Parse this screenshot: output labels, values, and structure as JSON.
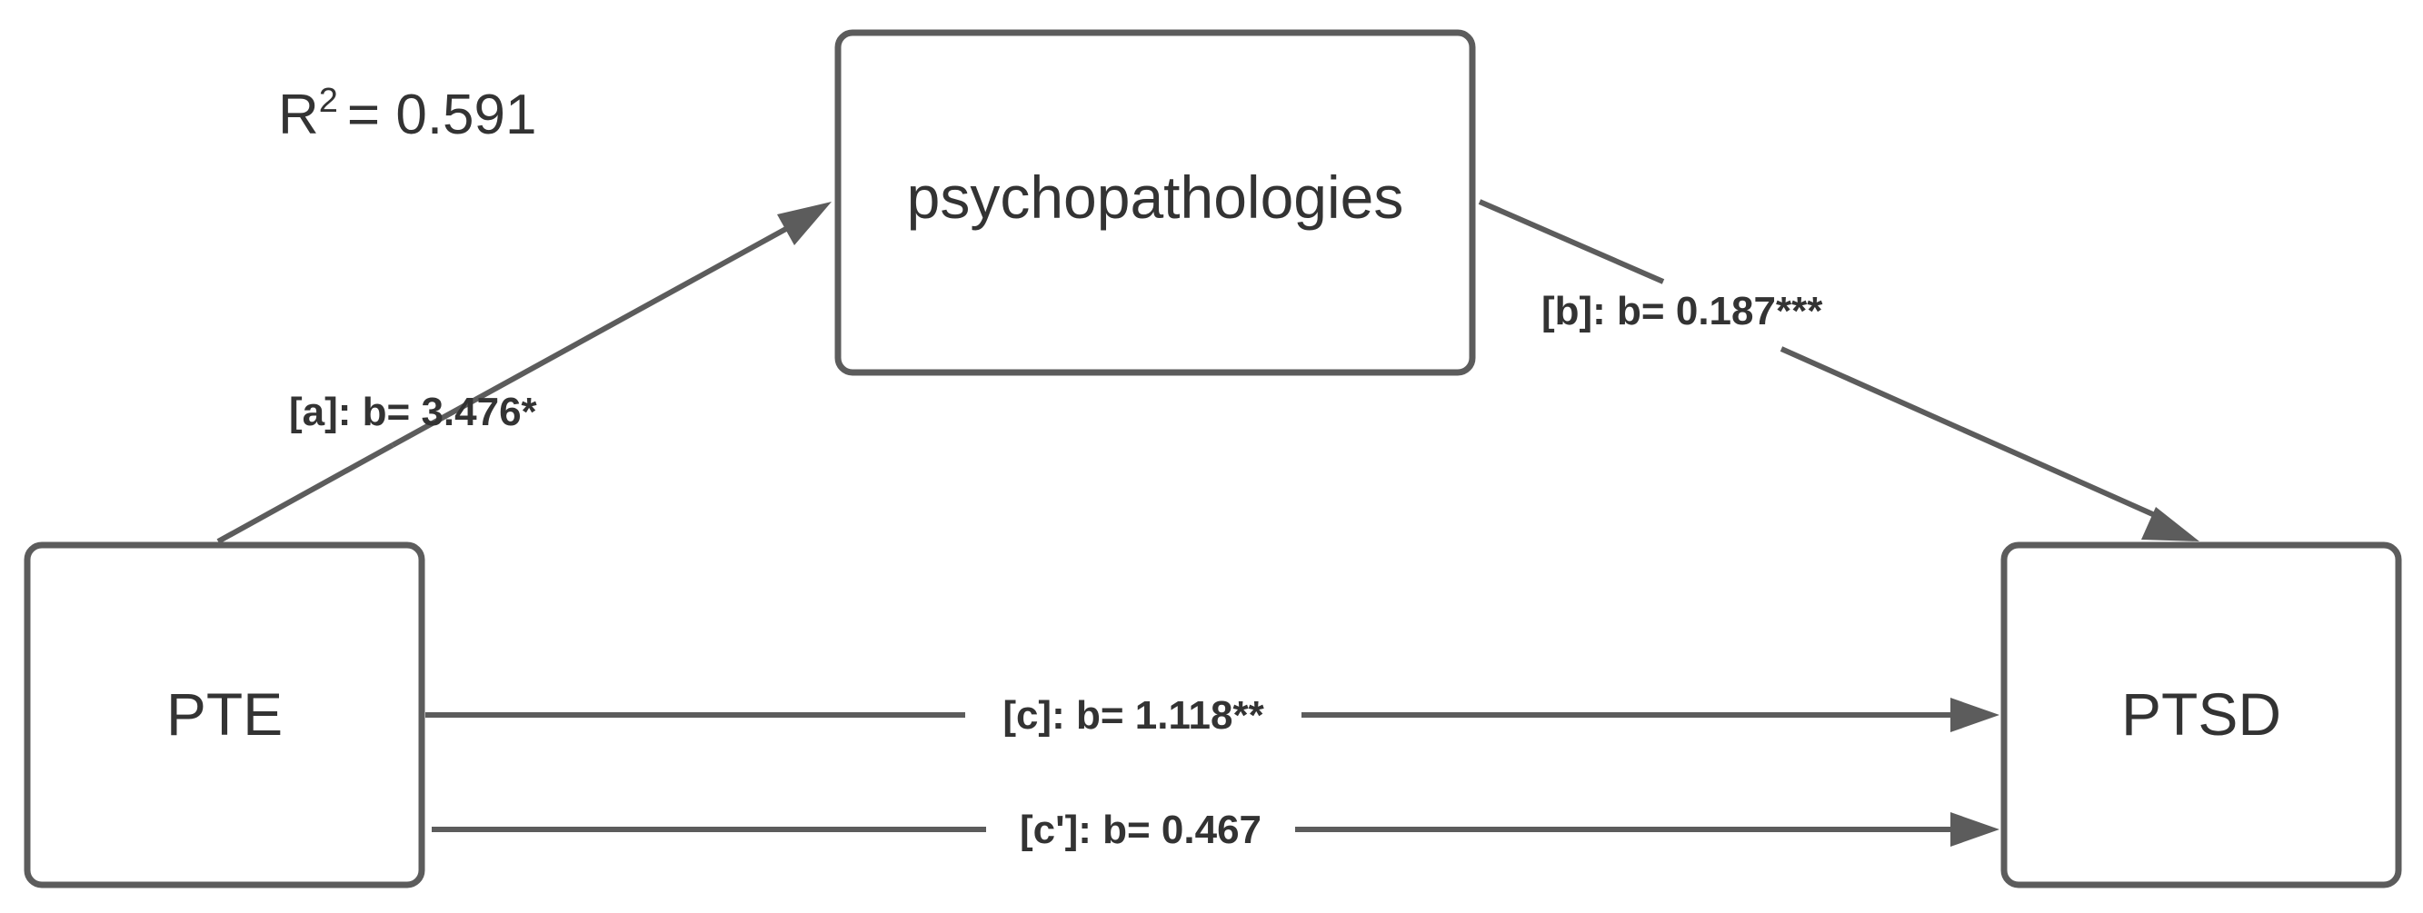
{
  "r_squared": {
    "symbol": "R",
    "superscript": "2",
    "value": "= 0.591"
  },
  "nodes": {
    "mediator": {
      "label": "psychopathologies"
    },
    "predictor": {
      "label": "PTE"
    },
    "outcome": {
      "label": "PTSD"
    }
  },
  "paths": {
    "a": {
      "label": "[a]: b= 3.476*"
    },
    "b": {
      "label": "[b]: b= 0.187***"
    },
    "c": {
      "label": "[c]: b= 1.118**"
    },
    "c_prime": {
      "label": "[c']: b= 0.467"
    }
  },
  "colors": {
    "stroke": "#5c5c5c",
    "text": "#333333",
    "background": "#ffffff"
  }
}
